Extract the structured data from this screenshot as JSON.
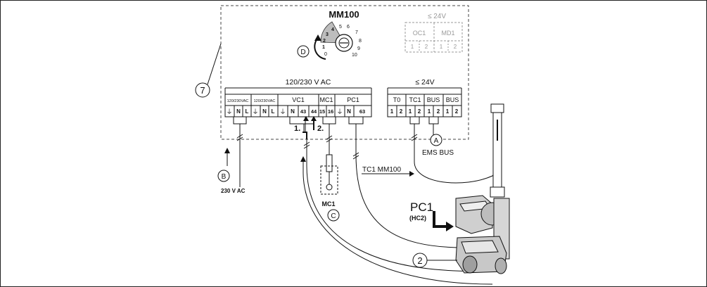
{
  "module": {
    "name": "MM100",
    "low_voltage_label": "≤ 24V",
    "mains_section_label": "120/230 V AC",
    "dial_label": "D",
    "dial_numbers": [
      "0",
      "1",
      "2",
      "3",
      "4",
      "5",
      "6",
      "7",
      "8",
      "9",
      "10"
    ],
    "dip_blocks": [
      {
        "label": "OC1",
        "pins": [
          "1",
          "2"
        ]
      },
      {
        "label": "MD1",
        "pins": [
          "1",
          "2"
        ]
      }
    ],
    "small_terminals": [
      {
        "group": "120/230VAC",
        "pins": [
          "⏚",
          "N",
          "L"
        ]
      },
      {
        "group": "120/230VAC",
        "pins": [
          "⏚",
          "N",
          "L"
        ]
      }
    ],
    "mains_terminals": [
      {
        "group": "VC1",
        "pins": [
          "⏚",
          "N",
          "43",
          "44"
        ]
      },
      {
        "group": "MC1",
        "pins": [
          "15",
          "16"
        ]
      },
      {
        "group": "PC1",
        "pins": [
          "⏚",
          "N",
          "63"
        ]
      }
    ],
    "low_terminals": [
      {
        "group": "T0",
        "pins": [
          "1",
          "2"
        ]
      },
      {
        "group": "TC1",
        "pins": [
          "1",
          "2"
        ]
      },
      {
        "group": "BUS",
        "pins": [
          "1",
          "2"
        ]
      },
      {
        "group": "BUS",
        "pins": [
          "1",
          "2"
        ]
      }
    ]
  },
  "callouts": {
    "housing": "7",
    "mixing_valve": "2",
    "supply_letter": "B",
    "supply_text": "230 V AC",
    "bus_letter": "A",
    "bus_text": "EMS BUS",
    "limiter_letter": "C",
    "limiter_text": "MC1",
    "sensor_text": "TC1 MM100",
    "pump_name": "PC1",
    "pump_sub": "(HC2)",
    "step1": "1.",
    "step2": "2."
  },
  "colors": {
    "line": "#111111",
    "dashed": "#555555",
    "inactive": "#9a9a9a",
    "dial_fill": "#bdbdbd"
  }
}
